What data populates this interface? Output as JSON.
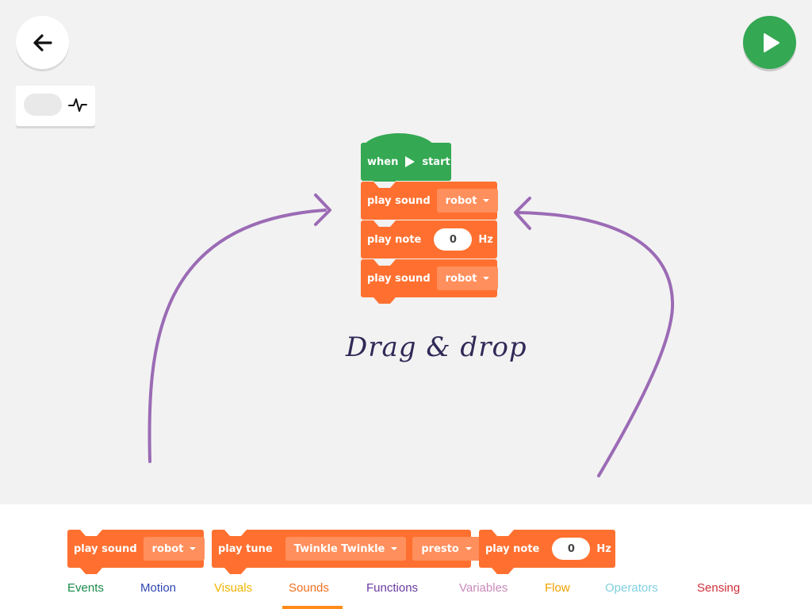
{
  "toolbar": {
    "back_icon": "arrow-left-icon",
    "run_icon": "play-icon"
  },
  "mode_switch": {
    "icon": "pulse-icon",
    "on": false
  },
  "workspace": {
    "hat_block": {
      "when": "when",
      "icon": "play-triangle-icon",
      "start": "start"
    },
    "stack": [
      {
        "type": "sound",
        "label": "play sound",
        "value": "robot"
      },
      {
        "type": "note",
        "label": "play note",
        "value": "0",
        "unit": "Hz"
      },
      {
        "type": "sound",
        "label": "play sound",
        "value": "robot"
      }
    ],
    "hint": "Drag & drop"
  },
  "palette": {
    "blocks": [
      {
        "label": "play sound",
        "value": "robot"
      },
      {
        "label": "play tune",
        "tune": "Twinkle Twinkle",
        "tempo": "presto"
      },
      {
        "label": "play note",
        "value": "0",
        "unit": "Hz"
      }
    ],
    "categories": [
      {
        "name": "Events",
        "color": "#1a8a4a"
      },
      {
        "name": "Motion",
        "color": "#3046b0"
      },
      {
        "name": "Visuals",
        "color": "#f0b400"
      },
      {
        "name": "Sounds",
        "color": "#f07020",
        "active": true
      },
      {
        "name": "Functions",
        "color": "#6a3aa0"
      },
      {
        "name": "Variables",
        "color": "#c88aba"
      },
      {
        "name": "Flow",
        "color": "#f0a000"
      },
      {
        "name": "Operators",
        "color": "#7fd0e0"
      },
      {
        "name": "Sensing",
        "color": "#d0303a"
      }
    ]
  },
  "colors": {
    "sound_block": "#ff7030",
    "event_block": "#34a853",
    "arrow": "#9b6bb5",
    "accent": "#ff8c1a"
  }
}
